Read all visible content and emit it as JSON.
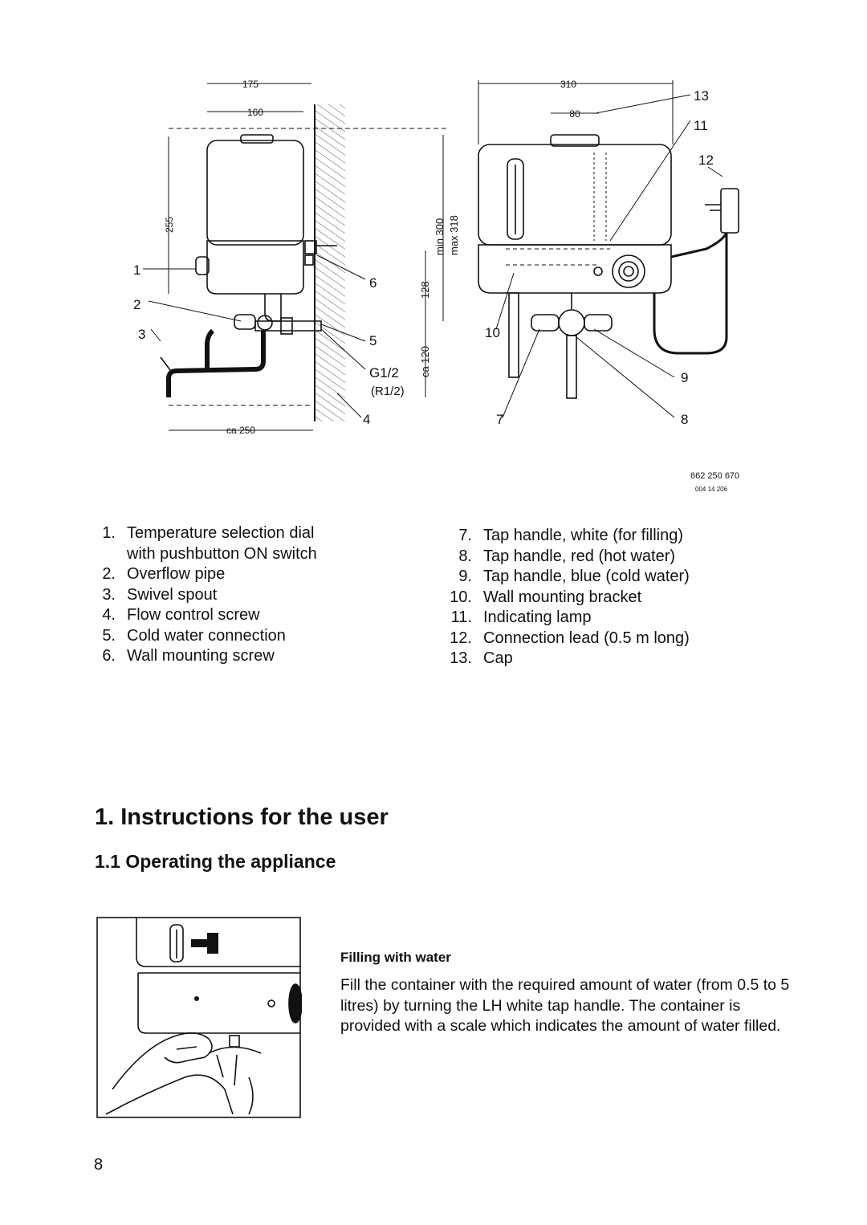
{
  "figure": {
    "side_view": {
      "dims": {
        "d175": "175",
        "d160": "160",
        "d255": "255",
        "d250": "ca 250",
        "min300": "min 300",
        "max318": "max 318",
        "d128": "128",
        "ca120": "ca 120"
      },
      "callouts": {
        "c1": "1",
        "c2": "2",
        "c3": "3",
        "c4": "4",
        "c5": "5",
        "c6": "6",
        "thread": "G1/2",
        "thread_alt": "(R1/2)"
      }
    },
    "front_view": {
      "dims": {
        "d310": "310",
        "d80": "80"
      },
      "callouts": {
        "c7": "7",
        "c8": "8",
        "c9": "9",
        "c10": "10",
        "c11": "11",
        "c12": "12",
        "c13": "13"
      }
    },
    "drawing_number": "662 250 670",
    "drawing_subnumber": "004 14 206"
  },
  "legend_left": [
    {
      "num": "1.",
      "text": "Temperature selection dial"
    },
    {
      "num": "",
      "text": "with pushbutton ON switch"
    },
    {
      "num": "2.",
      "text": "Overflow pipe"
    },
    {
      "num": "3.",
      "text": "Swivel spout"
    },
    {
      "num": "4.",
      "text": "Flow control screw"
    },
    {
      "num": "5.",
      "text": "Cold water connection"
    },
    {
      "num": "6.",
      "text": "Wall mounting screw"
    }
  ],
  "legend_right": [
    {
      "num": "7.",
      "text": "Tap handle, white (for filling)"
    },
    {
      "num": "8.",
      "text": "Tap handle, red (hot water)"
    },
    {
      "num": "9.",
      "text": "Tap handle, blue (cold water)"
    },
    {
      "num": "10.",
      "text": "Wall mounting bracket"
    },
    {
      "num": "11.",
      "text": "Indicating lamp"
    },
    {
      "num": "12.",
      "text": "Connection lead (0.5 m long)"
    },
    {
      "num": "13.",
      "text": "Cap"
    }
  ],
  "section_title": "1. Instructions for the user",
  "subsection_title": "1.1 Operating the appliance",
  "filling": {
    "heading": "Filling with water",
    "text": "Fill the container with the required amount of water (from 0.5 to 5 litres) by turning the LH white tap handle. The container is provided with a scale which indicates the amount of water filled."
  },
  "page_number": "8"
}
